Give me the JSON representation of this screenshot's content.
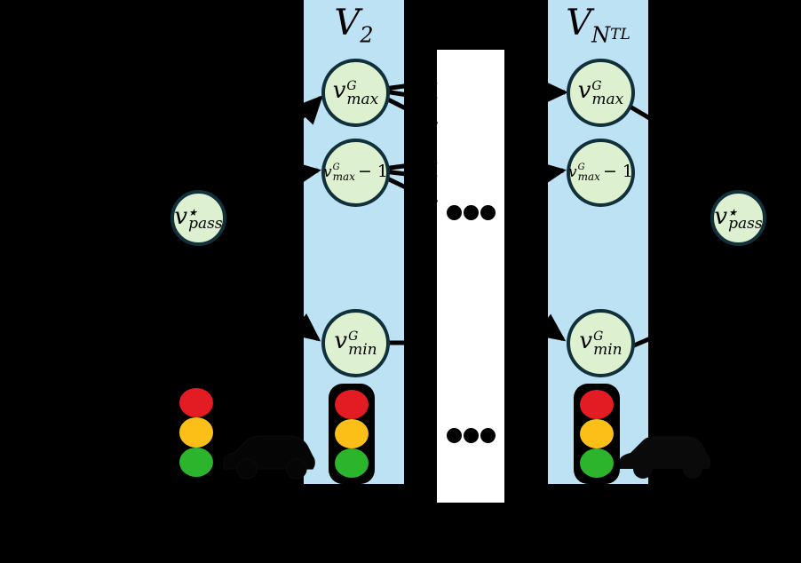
{
  "diagram": {
    "title": "Traffic light velocity state graph",
    "background_color": "#000000",
    "column_color": "#bde2f4",
    "gap_column_color": "#ffffff",
    "node_fill": "#ddf0cf",
    "node_stroke": "#10303c",
    "edge_color": "#000000"
  },
  "columns": [
    {
      "id": "col-v2",
      "title_main": "V",
      "title_sub": "2",
      "nodes": [
        {
          "id": "v2-vmax",
          "base": "v",
          "sup": "G",
          "sub": "max",
          "tail": ""
        },
        {
          "id": "v2-vmax-1",
          "base": "v",
          "sup": "G",
          "sub": "max",
          "tail": "− 1"
        },
        {
          "id": "v2-vmin",
          "base": "v",
          "sup": "G",
          "sub": "min",
          "tail": ""
        }
      ],
      "traffic_light": {
        "red": "#e31b23",
        "yellow": "#fbbf18",
        "green": "#2cb52c"
      }
    },
    {
      "id": "col-vntl",
      "title_main": "V",
      "title_sub": "N",
      "title_sub_sub": "TL",
      "nodes": [
        {
          "id": "vntl-vmax",
          "base": "v",
          "sup": "G",
          "sub": "max",
          "tail": ""
        },
        {
          "id": "vntl-vmax-1",
          "base": "v",
          "sup": "G",
          "sub": "max",
          "tail": "− 1"
        },
        {
          "id": "vntl-vmin",
          "base": "v",
          "sup": "G",
          "sub": "min",
          "tail": ""
        }
      ],
      "traffic_light": {
        "red": "#e31b23",
        "yellow": "#fbbf18",
        "green": "#2cb52c"
      }
    }
  ],
  "pass_nodes": [
    {
      "id": "pass-left",
      "base": "v",
      "sup": "★",
      "sub": "pass"
    },
    {
      "id": "pass-right",
      "base": "v",
      "sup": "★",
      "sub": "pass"
    }
  ],
  "ellipses": [
    {
      "id": "ellipsis-nodes",
      "dots": [
        "●",
        "●",
        "●"
      ]
    },
    {
      "id": "ellipsis-lights",
      "dots": [
        "●",
        "●",
        "●"
      ]
    }
  ],
  "left_traffic_light": {
    "id": "traffic-light-left",
    "red": "#e31b23",
    "yellow": "#fbbf18",
    "green": "#2cb52c"
  }
}
